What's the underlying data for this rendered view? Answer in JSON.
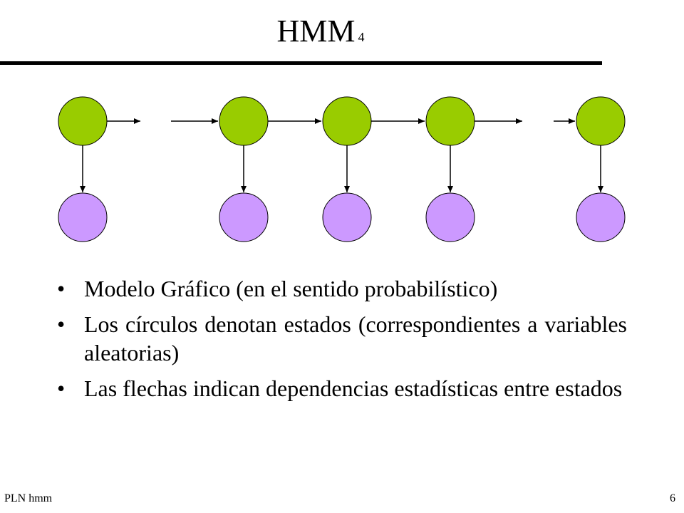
{
  "slide": {
    "title": "HMM",
    "title_sub": "4",
    "bullets": [
      "Modelo Gráfico (en el sentido probabilístico)",
      "Los círculos denotan estados (correspondientes a variables aleatorias)",
      "Las flechas indican dependencias estadísticas entre estados"
    ],
    "bullet_glyph": "•",
    "footer_left": "PLN hmm",
    "page_number": "6"
  },
  "colors": {
    "hidden_state": "#99cc00",
    "observation": "#cc99ff",
    "stroke": "#000000"
  },
  "diagram": {
    "columns": 5,
    "node_types": [
      "hidden-state",
      "observation"
    ],
    "edges": [
      "hidden-to-hidden",
      "hidden-to-observation"
    ]
  }
}
